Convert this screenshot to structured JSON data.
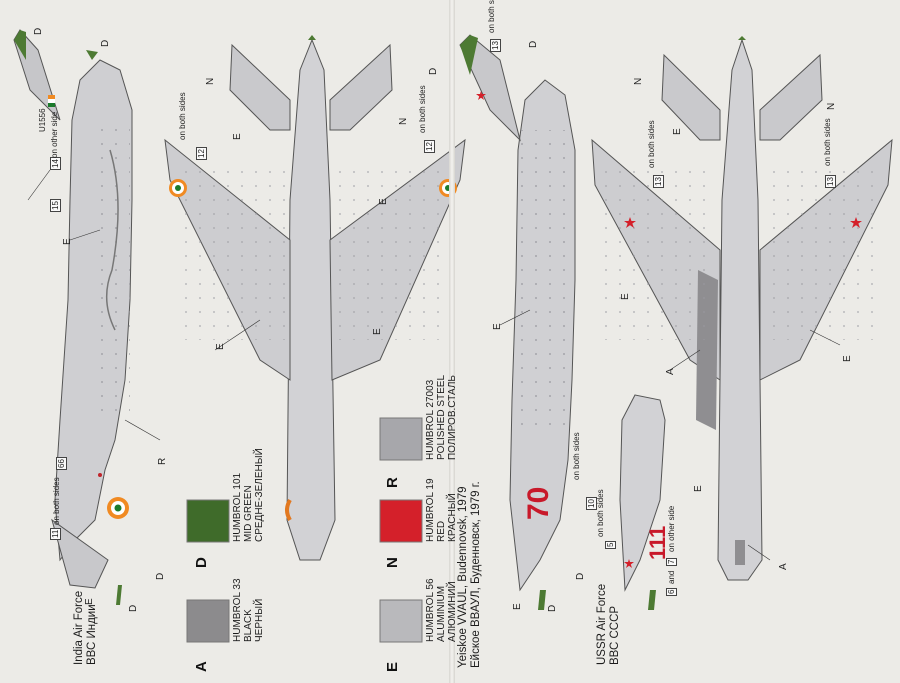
{
  "sheet": {
    "india": {
      "caption_en": "India Air Force",
      "caption_ru": "ВВС Индии",
      "decal_12": "12",
      "decal_15": "15",
      "decal_14": "14",
      "decal_11": "11",
      "decal_66": "66",
      "on_other_side": "on other side",
      "on_both_sides": "on both sides",
      "serial": "U1556"
    },
    "yeiskoe": {
      "caption_en": "Yeiskoe VVAUL, Budennovsk, 1979",
      "caption_ru": "Ейское ВВАУЛ, Буденновск, 1979 г.",
      "number": "70",
      "decal_10": "10",
      "decal_13": "13",
      "on_both_sides": "on both sides"
    },
    "ussr": {
      "caption_en": "USSR Air Force",
      "caption_ru": "ВВС СССР",
      "number": "111",
      "decal_5": "5",
      "decal_6": "6",
      "decal_7": "7",
      "decal_13": "13",
      "on_both_sides": "on both sides",
      "and_text": "and",
      "on_other_side": "on other side"
    },
    "colors": [
      {
        "key": "A",
        "line1": "HUMBROL 33",
        "line2": "BLACK",
        "line3": "ЧЕРНЫЙ",
        "hex": "#8c8b8d"
      },
      {
        "key": "D",
        "line1": "HUMBROL 101",
        "line2": "MID GREEN",
        "line3": "СРЕДНЕ-ЗЕЛЕНЫЙ",
        "hex": "#3f6b2a"
      },
      {
        "key": "E",
        "line1": "HUMBROL 56",
        "line2": "ALUMINIUM",
        "line3": "АЛЮМИНИЙ",
        "hex": "#b9b9bc"
      },
      {
        "key": "N",
        "line1": "HUMBROL 19",
        "line2": "RED",
        "line3": "КРАСНЫЙ",
        "hex": "#d4202a"
      },
      {
        "key": "R",
        "line1": "HUMBROL 27003",
        "line2": "POLISHED STEEL",
        "line3": "ПОЛИРОВ.СТАЛЬ",
        "hex": "#a7a7ab"
      }
    ],
    "pointer_labels": [
      "E",
      "D",
      "R",
      "N",
      "A"
    ]
  }
}
